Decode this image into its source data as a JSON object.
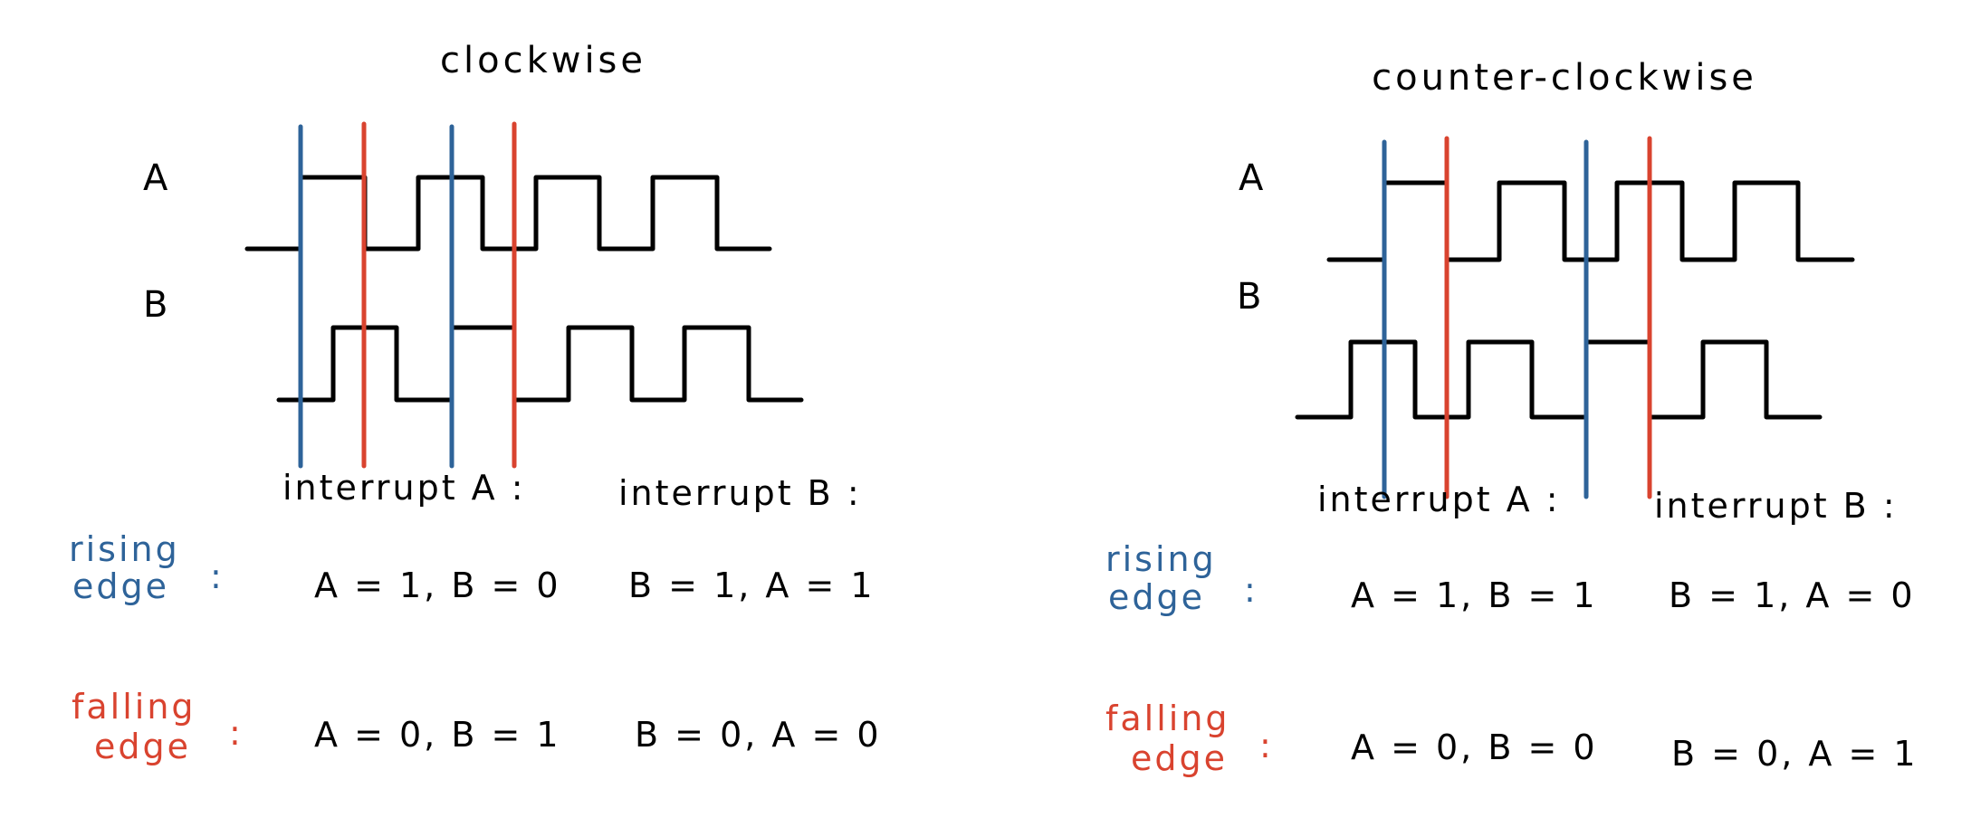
{
  "colors": {
    "rising": "#2e6399",
    "falling": "#d9432f",
    "signal": "#000000"
  },
  "clockwise": {
    "title": "clockwise",
    "signal_a": "A",
    "signal_b": "B",
    "interrupt_a": "interrupt A :",
    "interrupt_b": "interrupt B :",
    "rising_1": "rising",
    "rising_2": "edge",
    "colon": ":",
    "falling_1": "falling",
    "falling_2": "edge",
    "rising_a": "A = 1, B = 0",
    "rising_b": "B = 1,  A = 1",
    "falling_a": "A = 0,  B = 1",
    "falling_b": "B = 0,  A = 0"
  },
  "counter_clockwise": {
    "title": "counter-clockwise",
    "signal_a": "A",
    "signal_b": "B",
    "interrupt_a": "interrupt A :",
    "interrupt_b": "interrupt B :",
    "rising_1": "rising",
    "rising_2": "edge",
    "colon": ":",
    "falling_1": "falling",
    "falling_2": "edge",
    "rising_a": "A = 1, B = 1",
    "rising_b": "B = 1,  A = 0",
    "falling_a": "A = 0,  B = 0",
    "falling_b": "B = 0,  A = 1"
  }
}
